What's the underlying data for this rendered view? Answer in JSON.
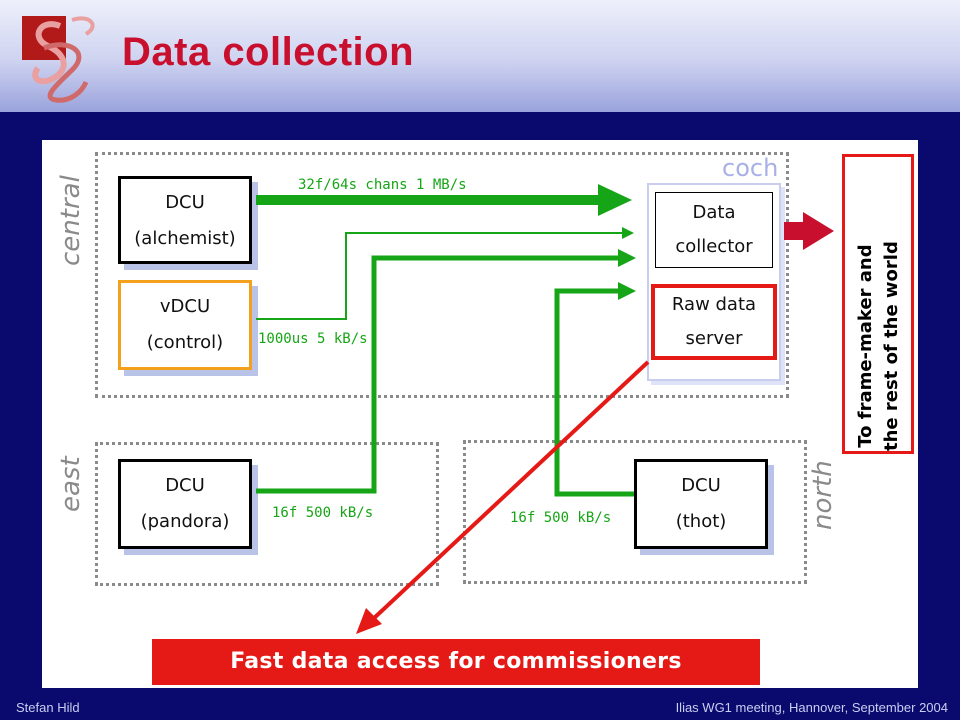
{
  "title": "Data collection",
  "zones": {
    "central": "central",
    "east": "east",
    "north": "north",
    "coch": "coch"
  },
  "nodes": {
    "dcu_alchemist": {
      "line1": "DCU",
      "line2": "(alchemist)"
    },
    "vdcu_control": {
      "line1": "vDCU",
      "line2": "(control)"
    },
    "dcu_pandora": {
      "line1": "DCU",
      "line2": "(pandora)"
    },
    "dcu_thot": {
      "line1": "DCU",
      "line2": "(thot)"
    },
    "data_collector": {
      "line1": "Data",
      "line2": "collector"
    },
    "raw_data_server": {
      "line1": "Raw data",
      "line2": "server"
    }
  },
  "rates": {
    "alchemist": "32f/64s chans 1 MB/s",
    "control": "1000us 5 kB/s",
    "pandora": "16f 500 kB/s",
    "thot": "16f 500 kB/s"
  },
  "to_world": {
    "line1": "To frame-maker and",
    "line2": "the rest of the world"
  },
  "fast_access": "Fast data access for commissioners",
  "footer": {
    "author": "Stefan Hild",
    "event": "Ilias WG1 meeting, Hannover, September 2004"
  },
  "colors": {
    "title": "#c8102e",
    "background": "#0a0a6e",
    "flow": "#16a516",
    "highlight": "#e51a17",
    "vdcu_border": "#f3a11d"
  }
}
